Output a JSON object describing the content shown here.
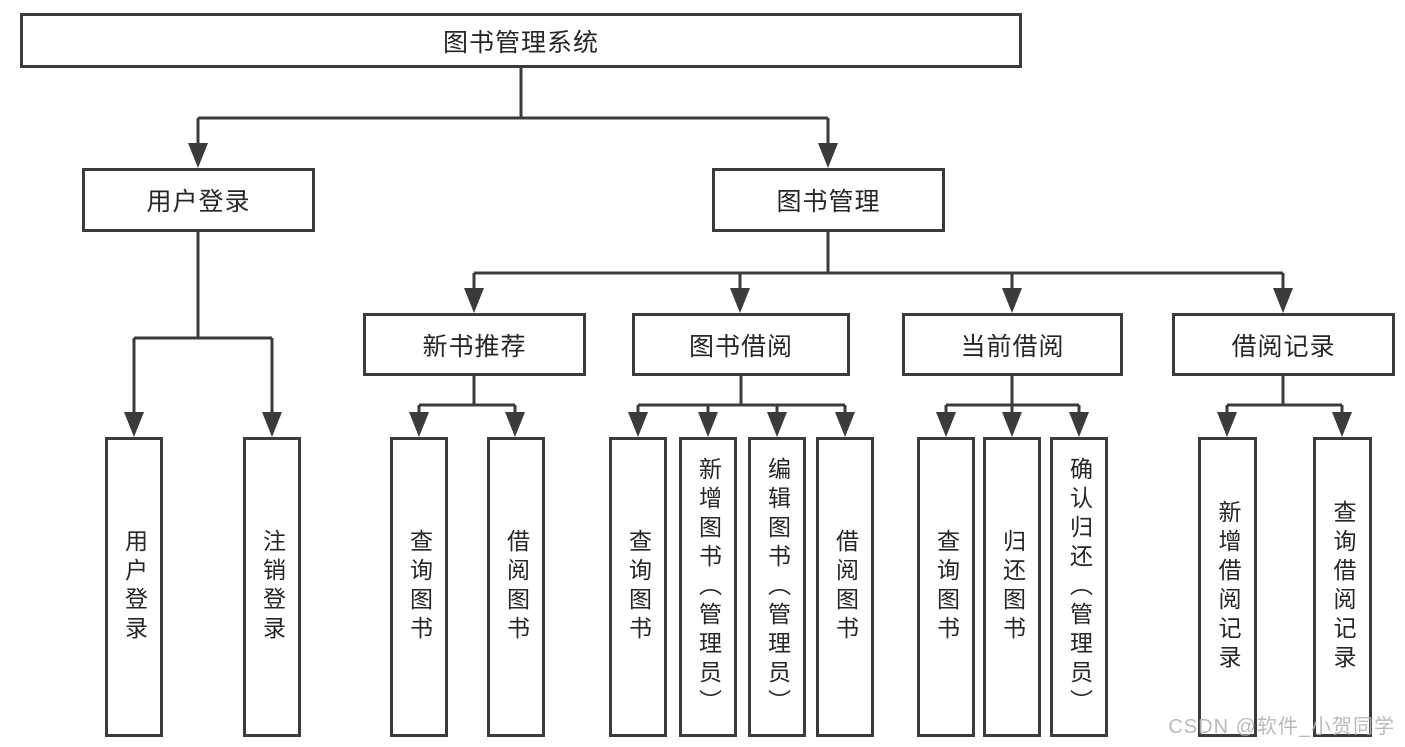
{
  "diagram": {
    "type": "hierarchy-tree",
    "root": {
      "label": "图书管理系统",
      "children": [
        {
          "label": "用户登录",
          "children": [
            {
              "label": "用户登录"
            },
            {
              "label": "注销登录"
            }
          ]
        },
        {
          "label": "图书管理",
          "children": [
            {
              "label": "新书推荐",
              "children": [
                {
                  "label": "查询图书"
                },
                {
                  "label": "借阅图书"
                }
              ]
            },
            {
              "label": "图书借阅",
              "children": [
                {
                  "label": "查询图书"
                },
                {
                  "label": "新增图书（管理员）"
                },
                {
                  "label": "编辑图书（管理员）"
                },
                {
                  "label": "借阅图书"
                }
              ]
            },
            {
              "label": "当前借阅",
              "children": [
                {
                  "label": "查询图书"
                },
                {
                  "label": "归还图书"
                },
                {
                  "label": "确认归还（管理员）"
                }
              ]
            },
            {
              "label": "借阅记录",
              "children": [
                {
                  "label": "新增借阅记录"
                },
                {
                  "label": "查询借阅记录"
                }
              ]
            }
          ]
        }
      ]
    }
  },
  "watermark": {
    "text": "CSDN @软件_小贺同学"
  },
  "colors": {
    "line": "#3b3b3b",
    "box_border": "#3b3b3b",
    "text": "#262626",
    "background": "#ffffff",
    "watermark": "#b2b2b2"
  }
}
